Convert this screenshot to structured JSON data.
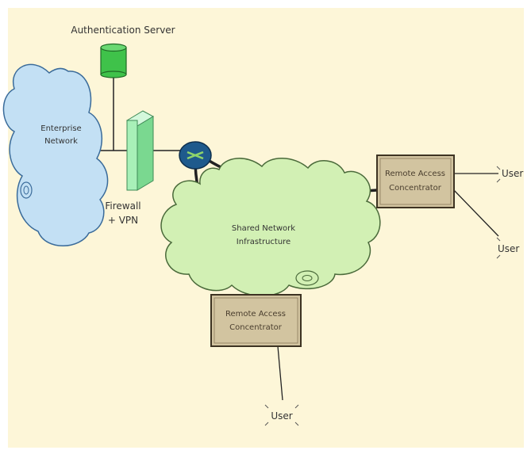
{
  "labels": {
    "auth_server": "Authentication Server",
    "enterprise_line1": "Enterprise",
    "enterprise_line2": "Network",
    "firewall_line1": "Firewall",
    "firewall_line2": "+ VPN",
    "shared_line1": "Shared Network",
    "shared_line2": "Infrastructure",
    "rac_right_line1": "Remote Access",
    "rac_right_line2": "Concentrator",
    "rac_bottom_line1": "Remote Access",
    "rac_bottom_line2": "Concentrator",
    "user_right_top": "User",
    "user_right_bottom": "User",
    "user_bottom": "User"
  },
  "colors": {
    "background": "#fdf6d8",
    "enterprise_cloud": "#c3e0f4",
    "shared_cloud": "#d2f0b4",
    "auth_server": "#3fc24a",
    "firewall": "#a8f0b8",
    "router": "#1e5a8c",
    "concentrator": "#d2c4a0"
  }
}
